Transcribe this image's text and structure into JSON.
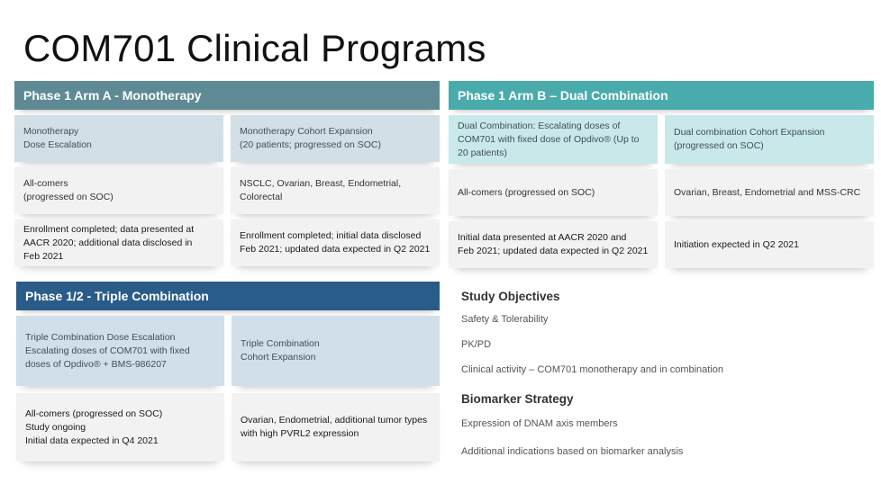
{
  "title": "COM701 Clinical Programs",
  "colors": {
    "arm_a_header": "#5e8a96",
    "arm_b_header": "#4aabac",
    "triple_header": "#2a5c8a"
  },
  "arm_a": {
    "header": "Phase 1 Arm A - Monotherapy",
    "row1": [
      "Monotherapy\nDose Escalation",
      "Monotherapy Cohort Expansion\n(20 patients; progressed on SOC)"
    ],
    "row2": [
      "All-comers\n(progressed on SOC)",
      "NSCLC, Ovarian, Breast, Endometrial,\nColorectal"
    ],
    "row3": [
      "Enrollment completed; data presented at\nAACR 2020; additional data disclosed in\nFeb 2021",
      "Enrollment completed; initial data disclosed\nFeb 2021; updated data expected in Q2 2021"
    ]
  },
  "arm_b": {
    "header": "Phase 1 Arm B – Dual Combination",
    "row1": [
      "Dual Combination:  Escalating doses of\nCOM701 with fixed dose of Opdivo® (Up to\n20 patients)",
      "Dual combination Cohort Expansion\n(progressed on SOC)"
    ],
    "row2": [
      "All-comers  (progressed on SOC)",
      "Ovarian, Breast, Endometrial and MSS-CRC"
    ],
    "row3": [
      "Initial data presented at AACR 2020 and\nFeb 2021; updated data expected in Q2 2021",
      "Initiation expected in Q2 2021"
    ]
  },
  "triple": {
    "header": "Phase 1/2  - Triple Combination",
    "row1": [
      "Triple Combination  Dose Escalation\nEscalating doses of COM701 with fixed\ndoses of Opdivo® + BMS-986207",
      "Triple Combination\nCohort Expansion"
    ],
    "row2": [
      "All-comers (progressed on SOC)\nStudy ongoing\nInitial data expected in Q4 2021",
      "Ovarian, Endometrial, additional tumor types\nwith high PVRL2 expression"
    ]
  },
  "objectives": {
    "heading": "Study Objectives",
    "items": [
      "Safety & Tolerability",
      "PK/PD",
      "Clinical activity – COM701  monotherapy and in combination"
    ]
  },
  "biomarker": {
    "heading": "Biomarker Strategy",
    "items": [
      "Expression of DNAM axis members",
      "Additional indications based on biomarker analysis"
    ]
  }
}
